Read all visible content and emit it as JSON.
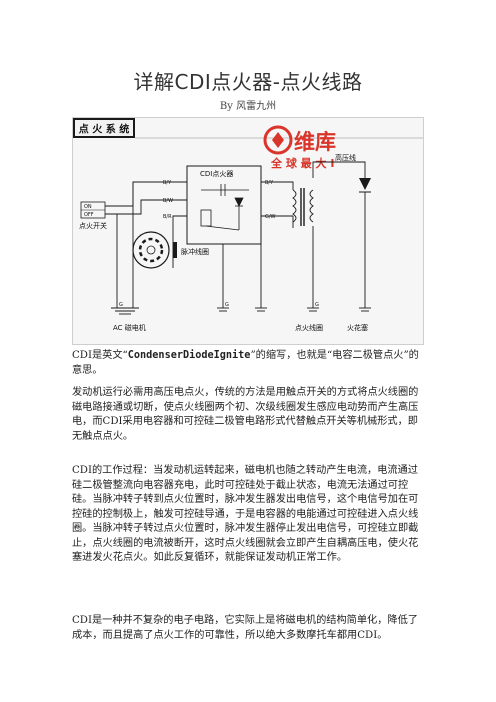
{
  "document": {
    "title": "详解CDI点火器-点火线路",
    "author": "By 风雷九州"
  },
  "diagram": {
    "header": "点 火 系 统",
    "brand_name": "维库",
    "brand_slogan": "全 球 最 大 I",
    "cdi_label": "CDI点火器",
    "coil_hv_label": "高压线",
    "switch_on": "ON",
    "switch_off": "OFF",
    "switch_label": "点火开关",
    "pulse_coil_label": "脉冲线圈",
    "magneto_label": "AC 磁电机",
    "ignition_coil_label": "点火线圈",
    "spark_plug_label": "火花塞",
    "wire_b_y": "B/Y",
    "wire_b_w": "B/W",
    "wire_b_r": "B/R",
    "wire_g_w": "G/W",
    "wire_g": "G",
    "colors": {
      "header_bg": "#1a1a1a",
      "brand_red": "#d9352a",
      "line": "#1a1a1a"
    }
  },
  "body": {
    "p1_prefix": "CDI是英文“",
    "p1_term": "CondenserDiodeIgnite",
    "p1_suffix": "”的缩写，也就是“电容二极管点火”的意思。",
    "p2": "发动机运行必需用高压电点火，传统的方法是用触点开关的方式将点火线圈的磁电路接通或切断，使点火线圈两个初、次级线圈发生感应电动势而产生高压电，而CDI采用电容器和可控硅二极管电路形式代替触点开关等机械形式，即无触点点火。",
    "p3": "CDI的工作过程：当发动机运转起来，磁电机也随之转动产生电流，电流通过硅二极管整流向电容器充电，此时可控硅处于截止状态，电流无法通过可控硅。当脉冲转子转到点火位置时，脉冲发生器发出电信号，这个电信号加在可控硅的控制极上，触发可控硅导通，于是电容器的电能通过可控硅进入点火线圈。当脉冲转子转过点火位置时，脉冲发生器停止发出电信号，可控硅立即截止，点火线圈的电流被断开，这时点火线圈就会立即产生自耦高压电，使火花塞进发火花点火。如此反复循环，就能保证发动机正常工作。",
    "p4": "CDI是一种并不复杂的电子电路，它实际上是将磁电机的结构简单化，降低了成本，而且提高了点火工作的可靠性，所以绝大多数摩托车都用CDI。"
  }
}
